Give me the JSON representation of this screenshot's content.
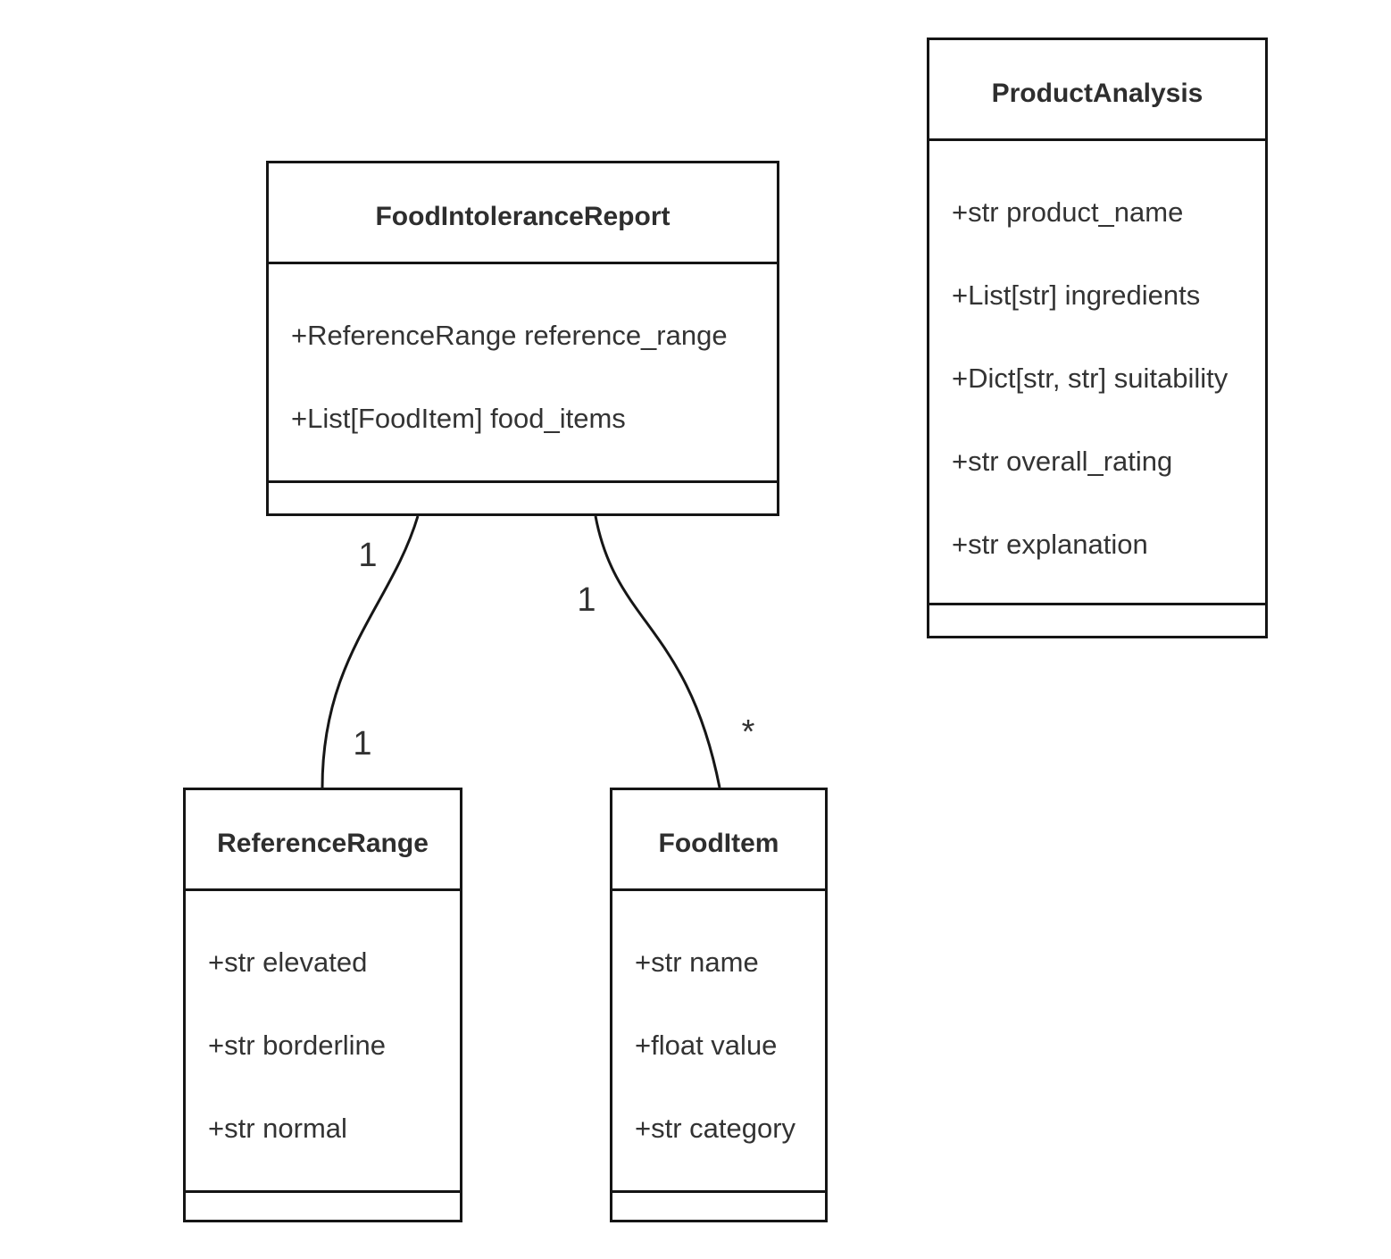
{
  "diagram": {
    "kind": "uml-class-diagram",
    "background_color": "#ffffff",
    "line_color": "#161616",
    "text_color": "#333333"
  },
  "classes": [
    {
      "name": "FoodIntoleranceReport",
      "attributes": [
        "+ReferenceRange reference_range",
        "+List[FoodItem] food_items"
      ],
      "methods": []
    },
    {
      "name": "ProductAnalysis",
      "attributes": [
        "+str product_name",
        "+List[str] ingredients",
        "+Dict[str, str] suitability",
        "+str overall_rating",
        "+str explanation"
      ],
      "methods": []
    },
    {
      "name": "ReferenceRange",
      "attributes": [
        "+str elevated",
        "+str borderline",
        "+str normal"
      ],
      "methods": []
    },
    {
      "name": "FoodItem",
      "attributes": [
        "+str name",
        "+float value",
        "+str category"
      ],
      "methods": []
    }
  ],
  "edges": [
    {
      "from": "FoodIntoleranceReport",
      "to": "ReferenceRange",
      "source_label": "1",
      "target_label": "1"
    },
    {
      "from": "FoodIntoleranceReport",
      "to": "FoodItem",
      "source_label": "1",
      "target_label": "*"
    }
  ]
}
